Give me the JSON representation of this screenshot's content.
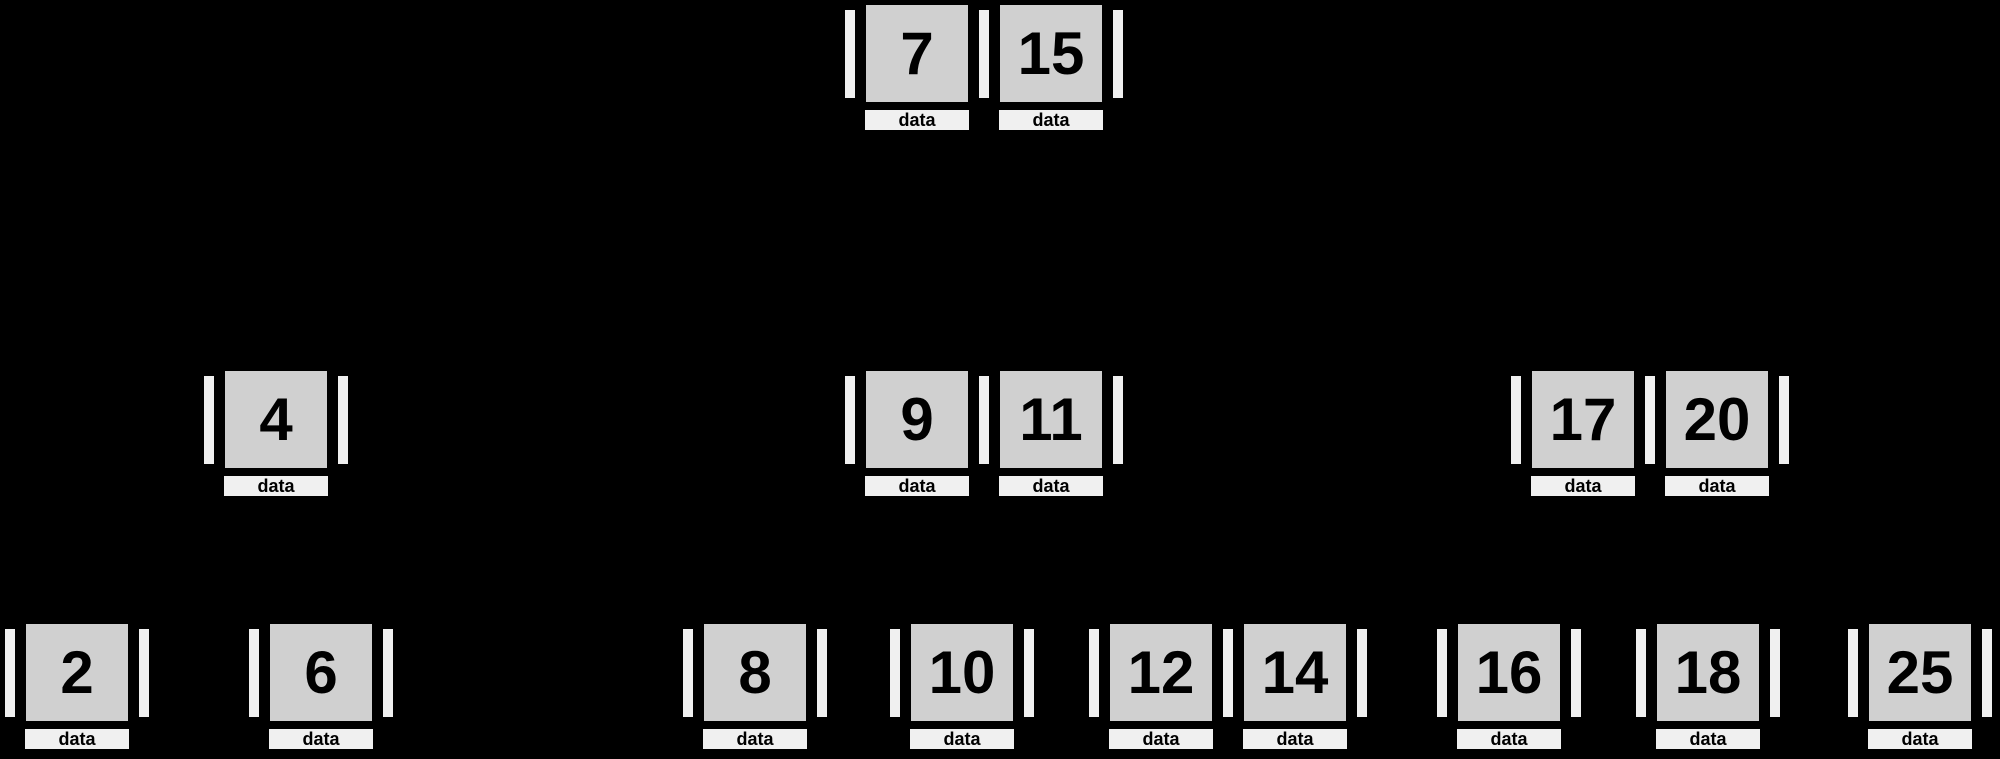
{
  "colors": {
    "background": "#000000",
    "key_fill": "#d0d0d0",
    "pointer_fill": "#f0f0f0",
    "data_label_fill": "#f0f0f0",
    "border": "#000000",
    "text": "#000000"
  },
  "labels": {
    "data": "data"
  },
  "tree": {
    "type": "b-tree",
    "levels": 3,
    "nodes": [
      {
        "id": "root",
        "level": 0,
        "keys": [
          "7",
          "15"
        ]
      },
      {
        "id": "internal-4",
        "level": 1,
        "keys": [
          "4"
        ]
      },
      {
        "id": "internal-9-11",
        "level": 1,
        "keys": [
          "9",
          "11"
        ]
      },
      {
        "id": "internal-17-20",
        "level": 1,
        "keys": [
          "17",
          "20"
        ]
      },
      {
        "id": "leaf-2",
        "level": 2,
        "keys": [
          "2"
        ]
      },
      {
        "id": "leaf-6",
        "level": 2,
        "keys": [
          "6"
        ]
      },
      {
        "id": "leaf-8",
        "level": 2,
        "keys": [
          "8"
        ]
      },
      {
        "id": "leaf-10",
        "level": 2,
        "keys": [
          "10"
        ]
      },
      {
        "id": "leaf-12-14",
        "level": 2,
        "keys": [
          "12",
          "14"
        ]
      },
      {
        "id": "leaf-16",
        "level": 2,
        "keys": [
          "16"
        ]
      },
      {
        "id": "leaf-18",
        "level": 2,
        "keys": [
          "18"
        ]
      },
      {
        "id": "leaf-25",
        "level": 2,
        "keys": [
          "25"
        ]
      }
    ]
  }
}
